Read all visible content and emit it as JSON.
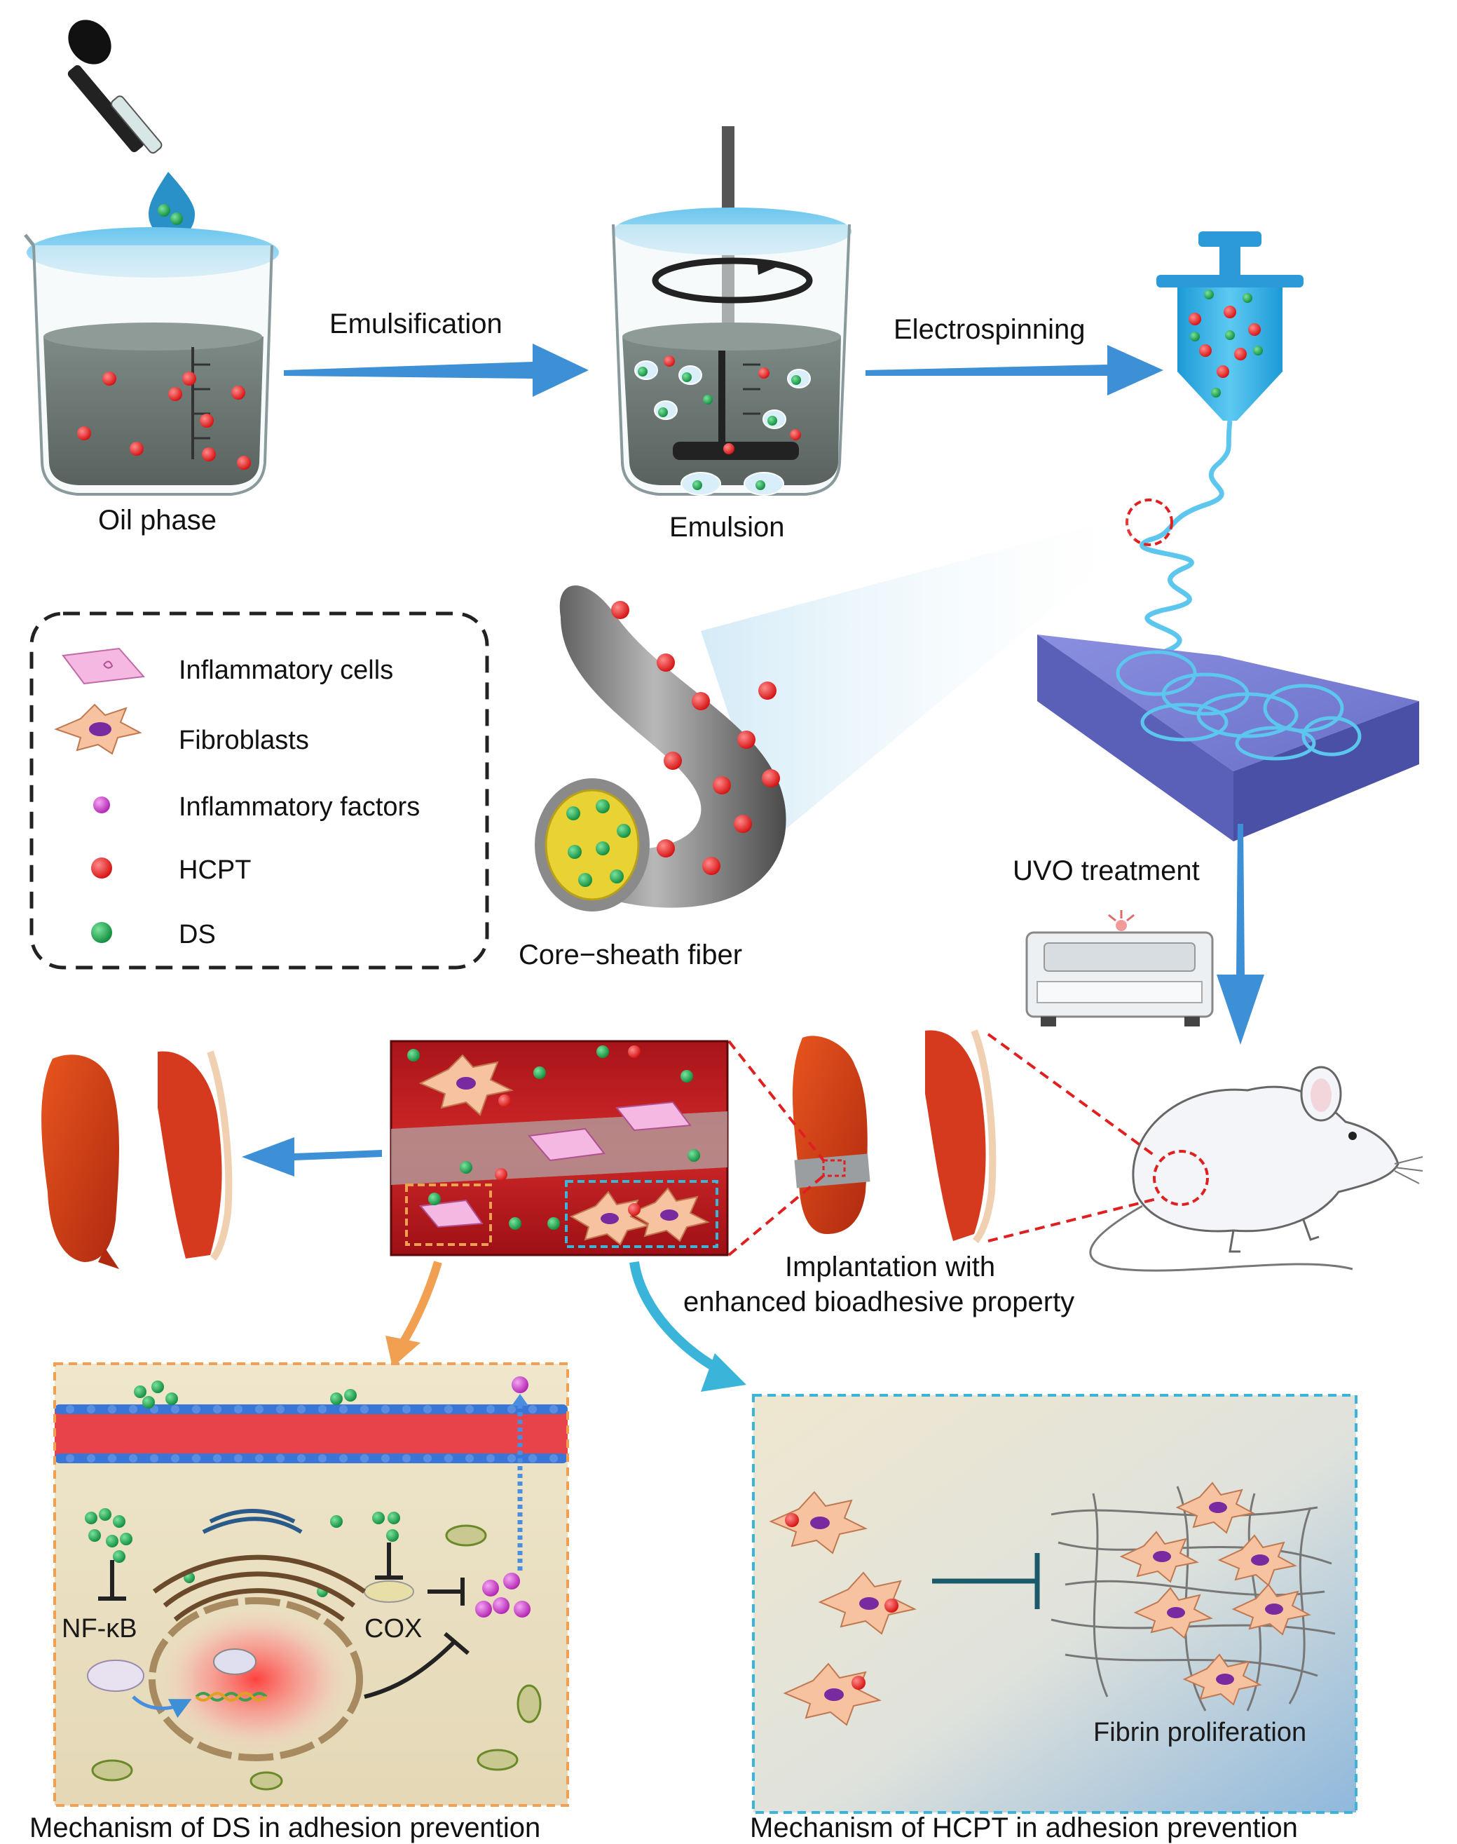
{
  "steps": {
    "oil_phase": "Oil phase",
    "emulsification": "Emulsification",
    "emulsion": "Emulsion",
    "electrospinning": "Electrospinning",
    "core_sheath_fiber": "Core−sheath fiber",
    "uvo_treatment": "UVO treatment",
    "implantation_line1": "Implantation with",
    "implantation_line2": "enhanced bioadhesive property"
  },
  "legend": {
    "items": [
      {
        "label": "Inflammatory cells",
        "icon": "inflammatory-cell-icon"
      },
      {
        "label": "Fibroblasts",
        "icon": "fibroblast-icon"
      },
      {
        "label": "Inflammatory factors",
        "icon": "inflammatory-factor-icon"
      },
      {
        "label": "HCPT",
        "icon": "hcpt-icon"
      },
      {
        "label": "DS",
        "icon": "ds-icon"
      }
    ]
  },
  "ds_mechanism": {
    "nfkb": "NF-κB",
    "cox": "COX",
    "caption": "Mechanism of DS in adhesion prevention"
  },
  "hcpt_mechanism": {
    "fibrin": "Fibrin proliferation",
    "caption": "Mechanism of HCPT in adhesion prevention"
  },
  "colors": {
    "arrow_blue": "#3d8fd6",
    "hcpt_red": "#e02020",
    "ds_green": "#1a9a4a",
    "factor_magenta": "#c83cc8",
    "tissue_red": "#c8341a",
    "orange_box": "#f0a050",
    "cyan_box": "#3ab4d8"
  }
}
